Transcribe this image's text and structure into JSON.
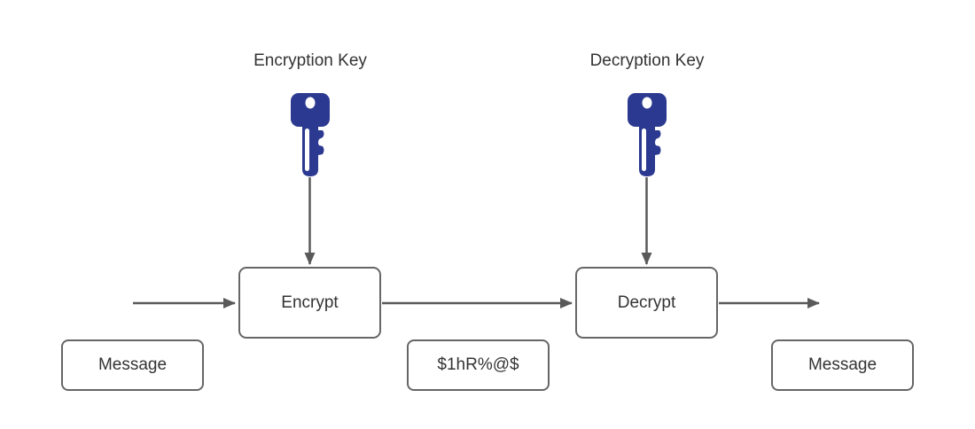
{
  "colors": {
    "background": "#ffffff",
    "key-fill": "#2b3990",
    "key-hole": "#ffffff",
    "arrow": "#595959",
    "box-border": "#666666",
    "text": "#333333"
  },
  "diagram": {
    "type": "symmetric-encryption-flow",
    "key_labels": {
      "encryption": "Encryption Key",
      "decryption": "Decryption Key"
    },
    "process_nodes": {
      "encrypt": "Encrypt",
      "decrypt": "Decrypt"
    },
    "data_nodes": {
      "input_message": "Message",
      "ciphertext": "$1hR%@$",
      "output_message": "Message"
    },
    "icons": {
      "encryption_key": "key-icon",
      "decryption_key": "key-icon"
    },
    "edges": [
      {
        "from": "input_message",
        "to": "encrypt"
      },
      {
        "from": "encrypt",
        "to": "decrypt"
      },
      {
        "from": "decrypt",
        "to": "output_message"
      },
      {
        "from": "encryption_key",
        "to": "encrypt"
      },
      {
        "from": "decryption_key",
        "to": "decrypt"
      }
    ]
  }
}
